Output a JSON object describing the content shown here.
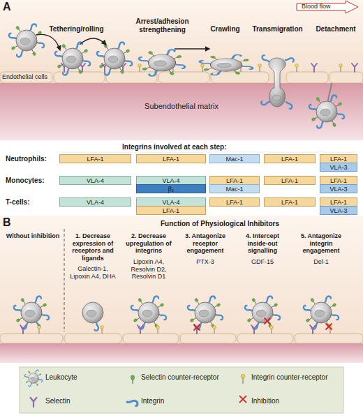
{
  "diagram": {
    "nodes": [
      {
        "text": [
          "LFA-1"
        ]
      },
      {
        "text": [
          "LFA-1"
        ]
      },
      {
        "text": [
          "Mac-1"
        ]
      },
      {
        "text": [
          "LFA-1"
        ]
      },
      {
        "text": [
          "LFA-1"
        ]
      },
      {
        "text": [
          "VLA-3"
        ]
      },
      {
        "text": [
          "VLA-4"
        ]
      },
      {
        "text": [
          "VLA-4"
        ]
      },
      {
        "text": [
          "β₂"
        ]
      },
      {
        "text": [
          "LFA-1"
        ]
      },
      {
        "text": [
          "Mac-1"
        ]
      },
      {
        "text": [
          "LFA-1"
        ]
      },
      {
        "text": [
          "LFA-1"
        ]
      },
      {
        "text": [
          "VLA-3"
        ]
      },
      {
        "text": [
          "VLA-4"
        ]
      },
      {
        "text": [
          "VLA-4"
        ]
      },
      {
        "text": [
          "LFA-1"
        ]
      },
      {
        "text": [
          "LFA-1"
        ]
      },
      {
        "text": [
          "LFA-1"
        ]
      },
      {
        "text": [
          "LFA-1"
        ]
      },
      {
        "text": [
          "VLA-3"
        ]
      }
    ],
    "labels": [
      "A",
      "Blood flow",
      "Tethering/rolling",
      "Arrest/adhesion strengthening",
      "Crawling",
      "Transmigration",
      "Detachment",
      "Endothelial cells",
      "Subendothelial matrix",
      "Integrins involved at each step:",
      "Neutrophils:",
      "Monocytes:",
      "T-cells:",
      "B",
      "Without inhibition",
      "Function of Physiological Inhibitors",
      "1. Decrease expression of receptors and ligands",
      "Galectin-1, Lipoxin A4, DHA",
      "2. Decrease upregulation of integrins",
      "Lipoxin A4, Resolvin D2, Resolvin D1",
      "3. Antagonize receptor engagement",
      "PTX-3",
      "4. Intercept inside-out signalling",
      "GDF-15",
      "5. Antagonize integrin engagement",
      "Del-1"
    ],
    "legend": [
      {
        "text": "Leukocyte"
      },
      {
        "text": "Selectin counter-receptor"
      },
      {
        "text": "Integrin counter-receptor"
      },
      {
        "text": "Selectin"
      },
      {
        "text": "Integrin"
      },
      {
        "text": "Inhibition"
      }
    ]
  }
}
